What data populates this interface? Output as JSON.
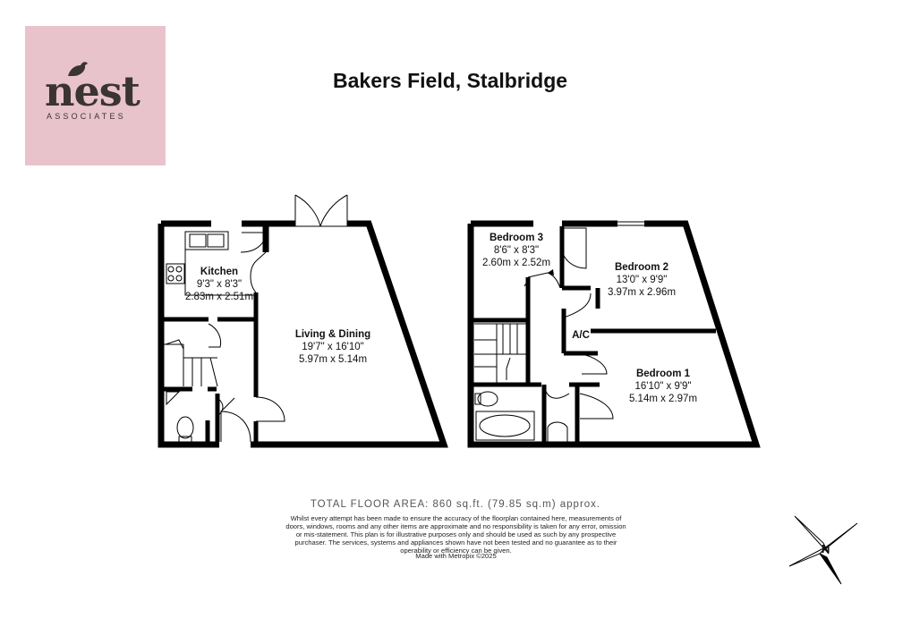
{
  "brand": {
    "logo_word": "nest",
    "logo_sub": "ASSOCIATES",
    "bg_color": "#e8c3cb",
    "ink_color": "#3a3433"
  },
  "title": "Bakers Field, Stalbridge",
  "rooms": {
    "kitchen": {
      "name": "Kitchen",
      "imperial": "9'3\" x 8'3\"",
      "metric": "2.83m x 2.51m"
    },
    "living": {
      "name": "Living & Dining",
      "imperial": "19'7\" x 16'10\"",
      "metric": "5.97m x 5.14m"
    },
    "bedroom3": {
      "name": "Bedroom 3",
      "imperial": "8'6\" x 8'3\"",
      "metric": "2.60m x 2.52m"
    },
    "bedroom2": {
      "name": "Bedroom 2",
      "imperial": "13'0\" x 9'9\"",
      "metric": "3.97m x 2.96m"
    },
    "bedroom1": {
      "name": "Bedroom 1",
      "imperial": "16'10\" x 9'9\"",
      "metric": "5.14m x 2.97m"
    },
    "ac": {
      "name": "A/C"
    }
  },
  "footer": {
    "total": "TOTAL FLOOR AREA: 860 sq.ft. (79.85 sq.m) approx.",
    "disclaimer": "Whilst every attempt has been made to ensure the accuracy of the floorplan contained here, measurements of doors, windows, rooms and any other items are approximate and no responsibility is taken for any error, omission or mis-statement. This plan is for illustrative purposes only and should be used as such by any prospective purchaser. The services, systems and appliances shown have not been tested and no guarantee as to their operability or efficiency can be given.",
    "made": "Made with Metropix ©2025"
  },
  "compass": {
    "label": "N",
    "icon": "north-compass-icon"
  }
}
